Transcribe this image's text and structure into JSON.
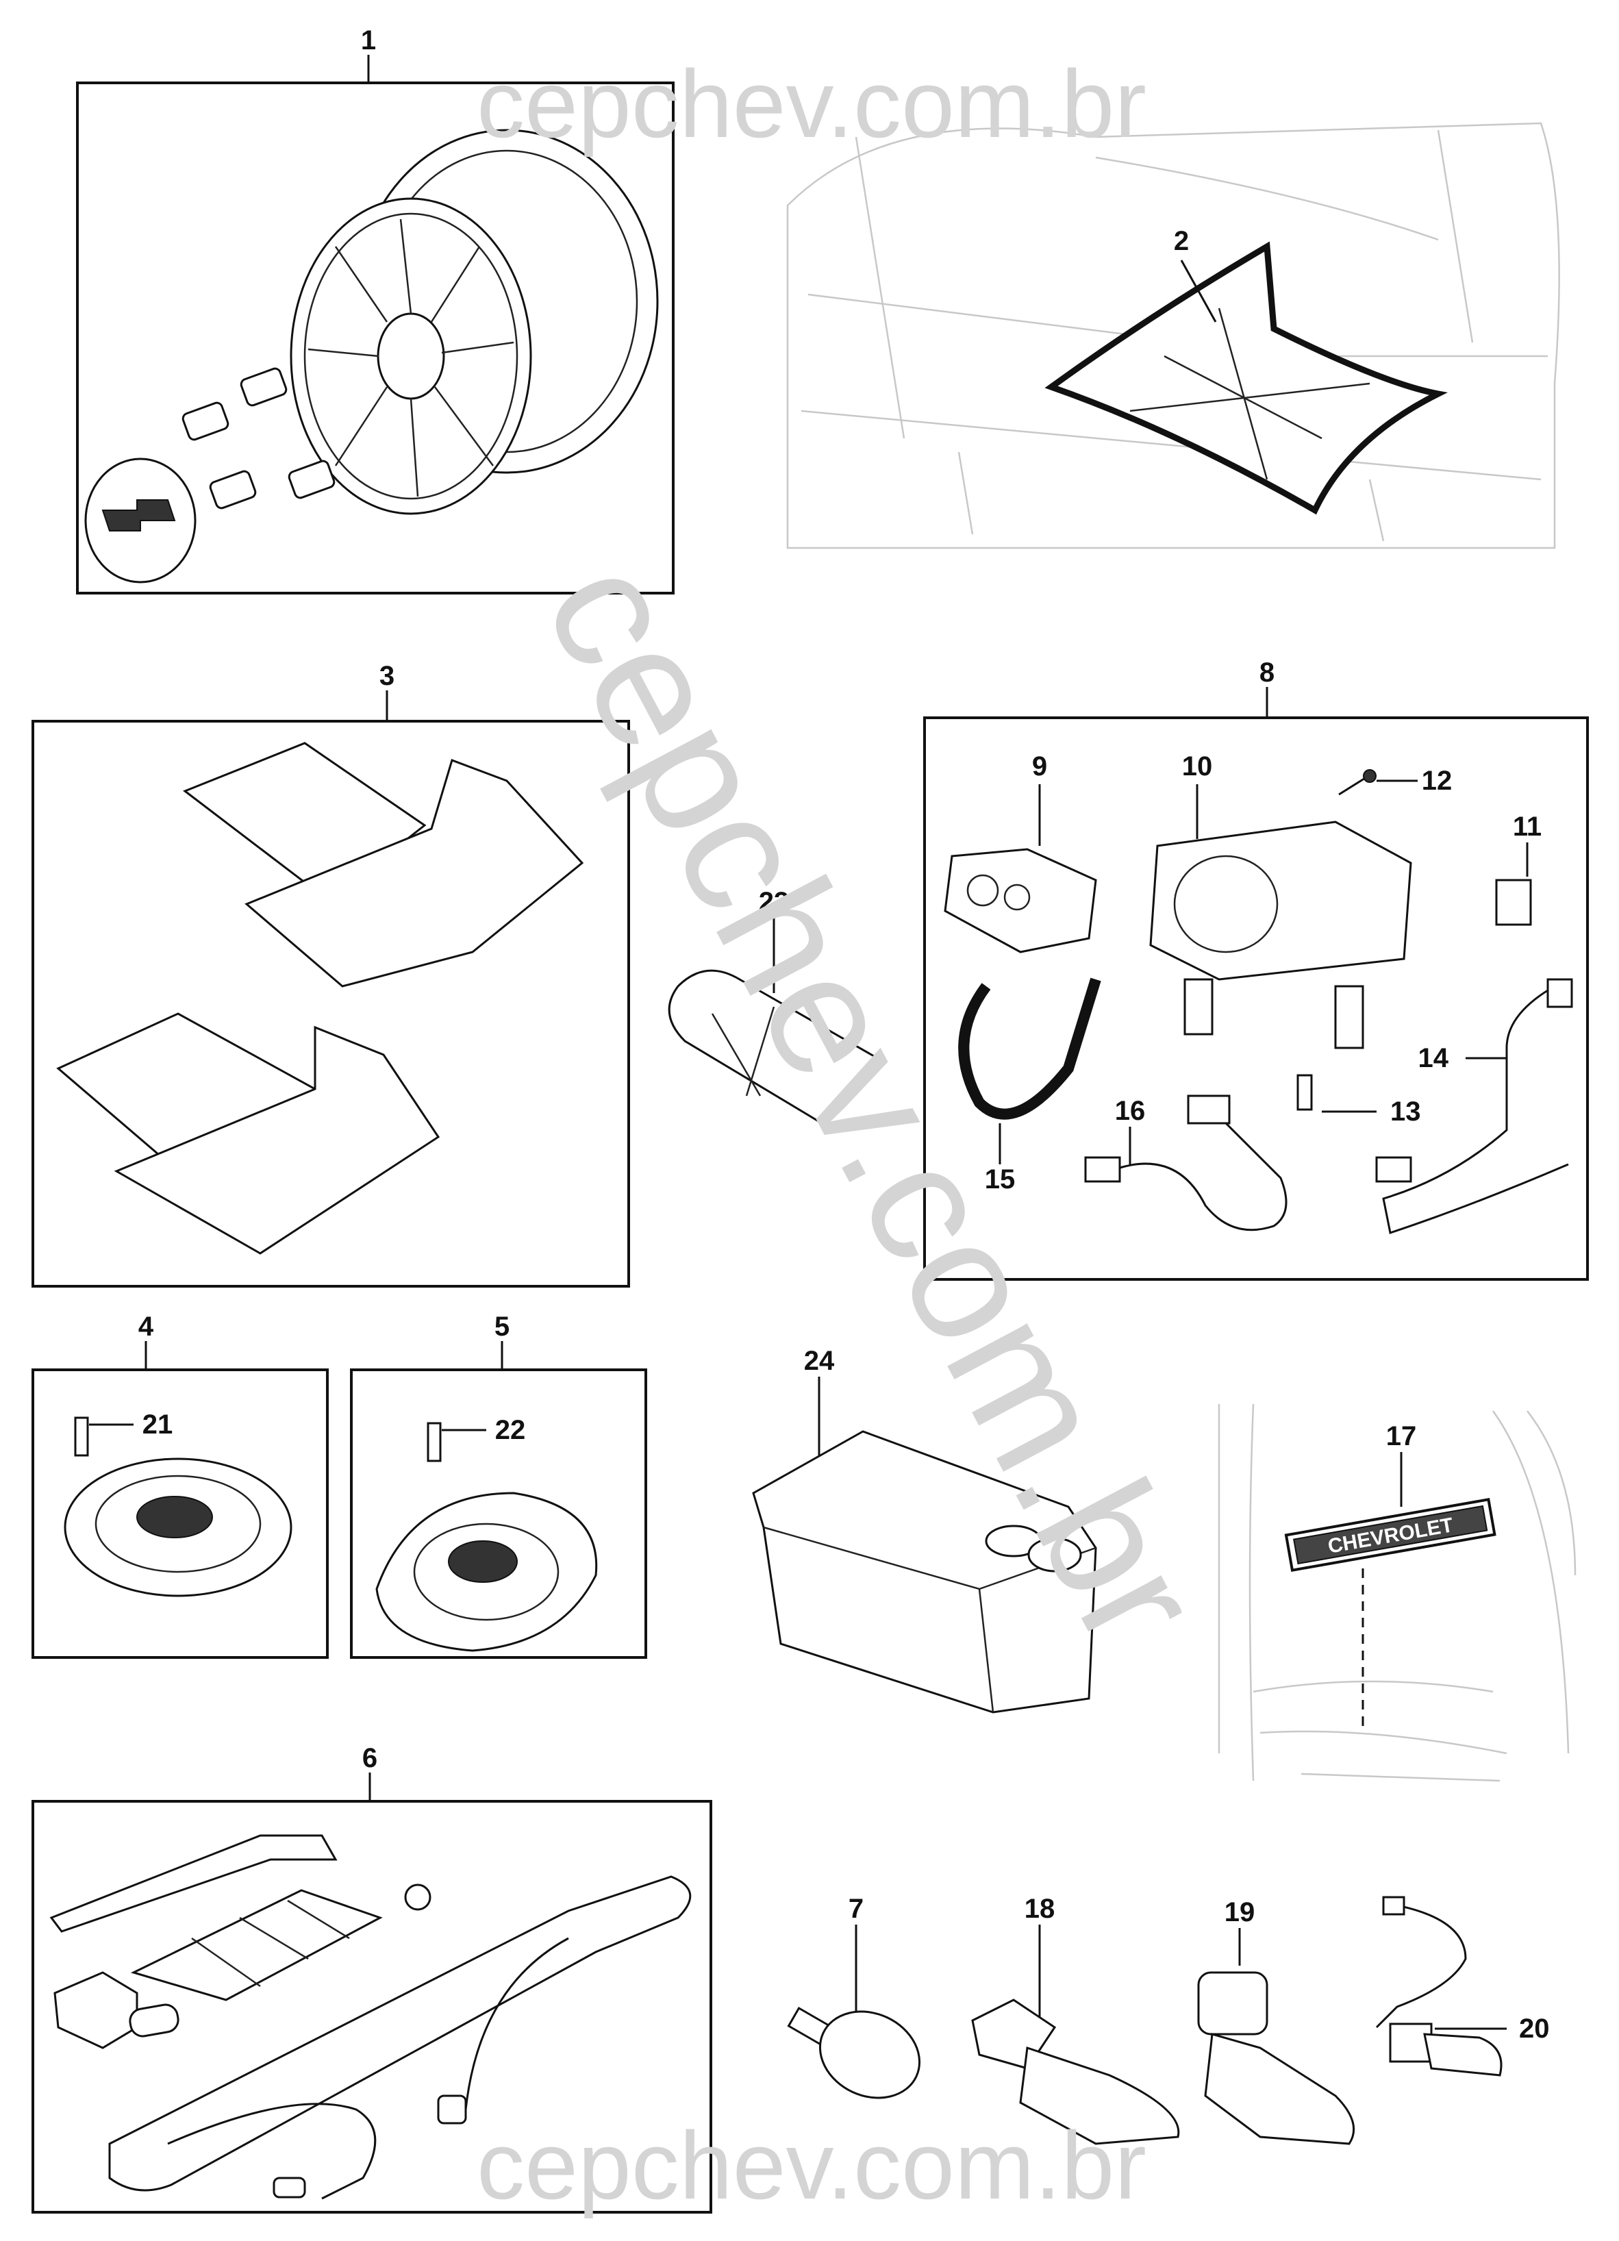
{
  "watermark": {
    "text_top": "cepchev.com.br",
    "text_bottom": "cepchev.com.br",
    "text_diagonal": "cepchev.com.br"
  },
  "callouts": {
    "c1": "1",
    "c2": "2",
    "c3": "3",
    "c4": "4",
    "c5": "5",
    "c6": "6",
    "c7": "7",
    "c8": "8",
    "c9": "9",
    "c10": "10",
    "c11": "11",
    "c12": "12",
    "c13": "13",
    "c14": "14",
    "c15": "15",
    "c16": "16",
    "c17": "17",
    "c18": "18",
    "c19": "19",
    "c20": "20",
    "c21": "21",
    "c22": "22",
    "c23": "23",
    "c24": "24"
  },
  "emblem": {
    "text": "CHEVROLET"
  }
}
